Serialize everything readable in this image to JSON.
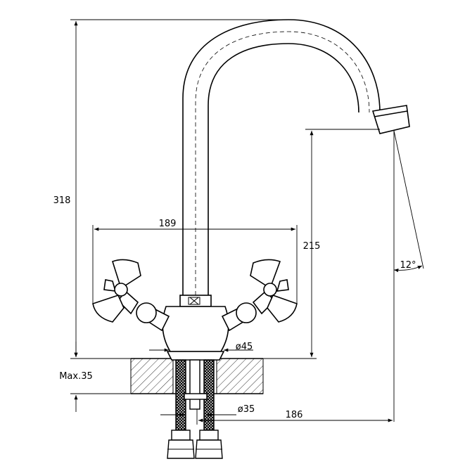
{
  "dimensions": {
    "total_height": "318",
    "handle_span": "189",
    "spout_height": "215",
    "spout_angle": "12°",
    "base_diameter": "ø45",
    "mount_hole_diameter": "ø35",
    "spout_reach": "186",
    "max_counter_thickness": "Max.35"
  },
  "colors": {
    "line": "#000000",
    "background": "#ffffff"
  }
}
